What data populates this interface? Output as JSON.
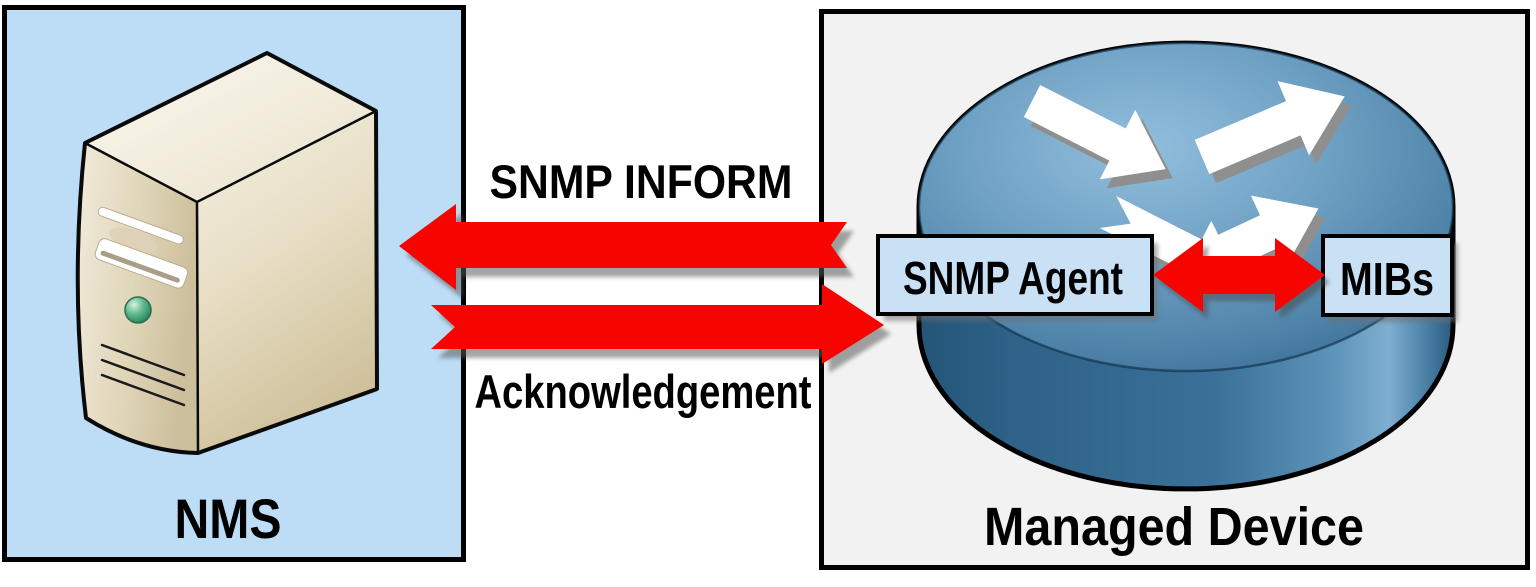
{
  "panels": {
    "nms": {
      "label": "NMS",
      "bg": "#BDDCF5",
      "border": "#000000"
    },
    "managed_device": {
      "label": "Managed Device",
      "bg": "#F2F2F2",
      "border": "#000000"
    }
  },
  "components": {
    "snmp_agent": {
      "label": "SNMP Agent",
      "bg": "#C9E1F5"
    },
    "mibs": {
      "label": "MIBs",
      "bg": "#C9E1F5"
    }
  },
  "messages": {
    "inform": {
      "label": "SNMP INFORM",
      "from": "Managed Device",
      "to": "NMS"
    },
    "acknowledgement": {
      "label": "Acknowledgement",
      "from": "NMS",
      "to": "Managed Device"
    },
    "agent_mibs": {
      "bidirectional": true
    }
  },
  "icons": {
    "server": "server-tower-icon",
    "router": "router-icon"
  },
  "colors": {
    "arrow_red": "#F80400",
    "canvas_bg": "#FFFFFF",
    "router_blue": "#4C80A6",
    "server_beige": "#E6DDC3"
  }
}
